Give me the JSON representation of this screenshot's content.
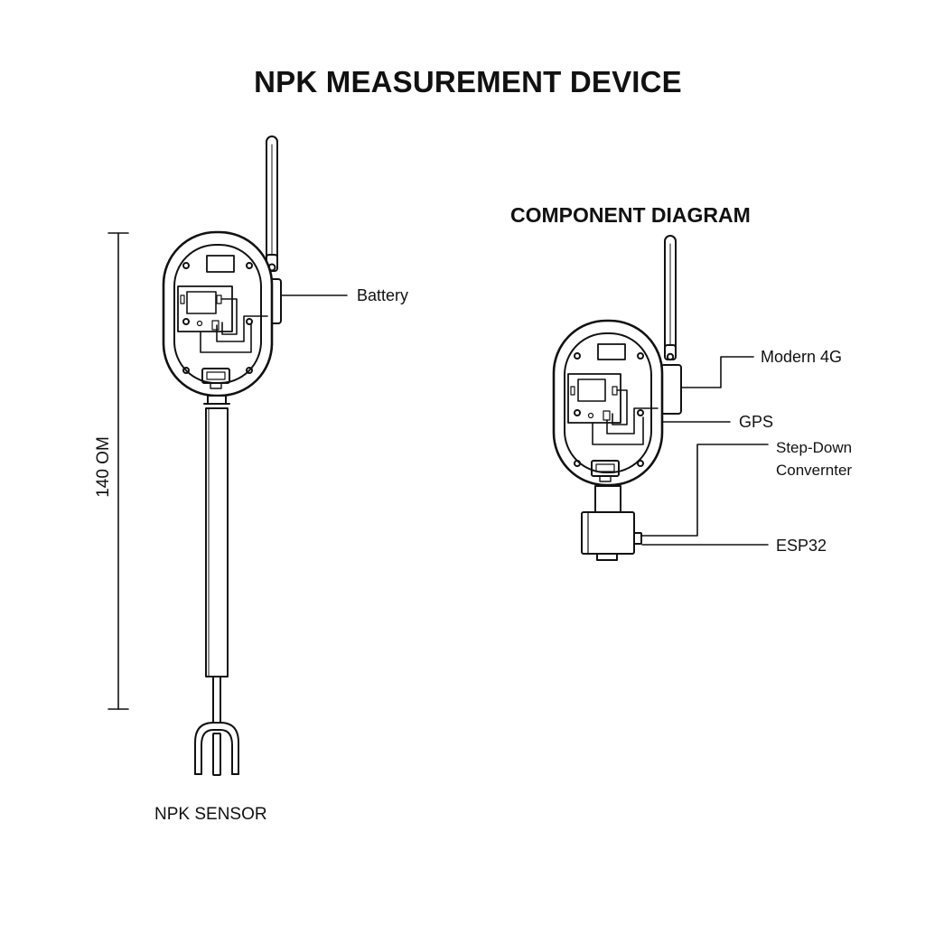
{
  "diagram": {
    "title": "NPK MEASUREMENT DEVICE",
    "component_title": "COMPONENT DIAGRAM",
    "dimension_label": "140 OM",
    "sensor_label": "NPK SENSOR",
    "labels": {
      "battery": "Battery",
      "modem": "Modern 4G",
      "gps": "GPS",
      "step_down_line1": "Step-Down",
      "step_down_line2": "Convernter",
      "esp32": "ESP32"
    }
  }
}
